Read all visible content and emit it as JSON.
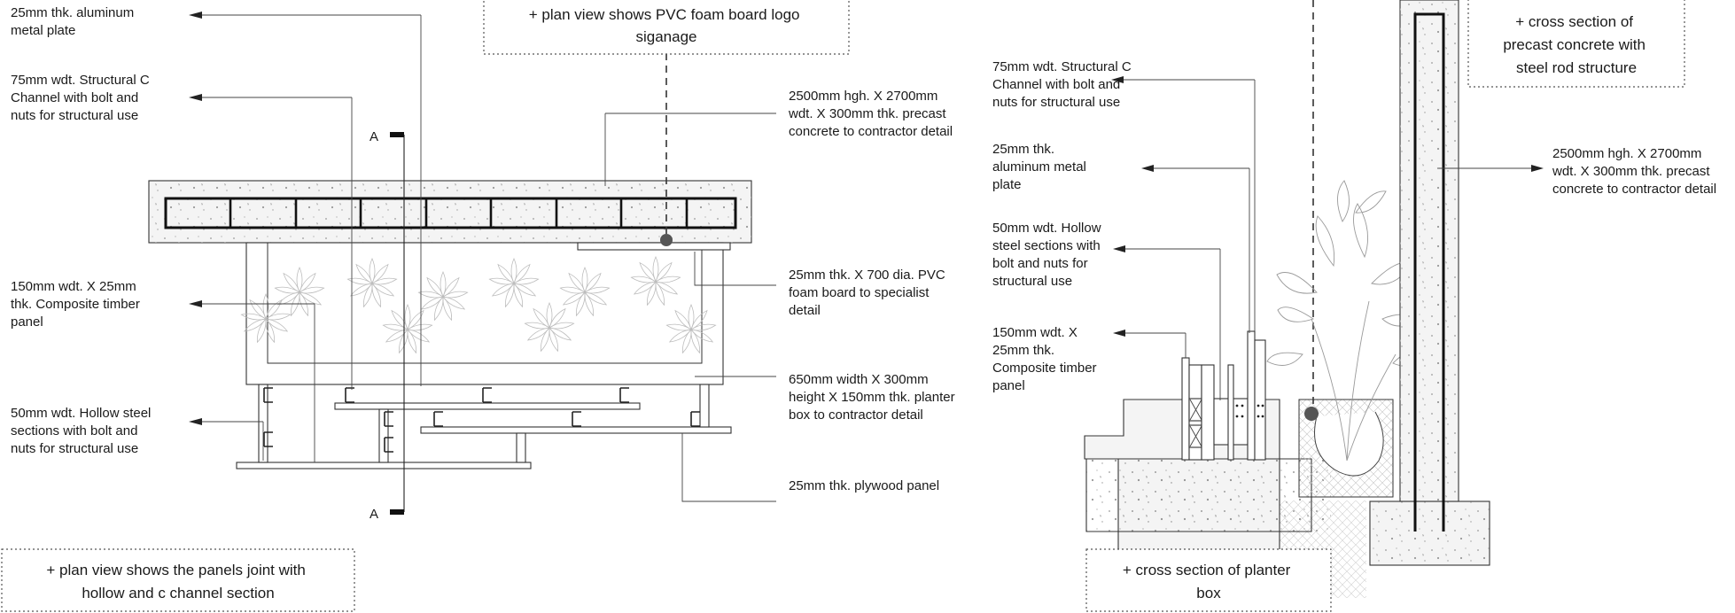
{
  "plan_labels": {
    "aluminum_plate": [
      "25mm thk. aluminum",
      "metal plate"
    ],
    "c_channel": [
      "75mm wdt. Structural C",
      "Channel with bolt and",
      "nuts for structural use"
    ],
    "timber_panel": [
      "150mm wdt. X 25mm",
      "thk. Composite timber",
      "panel"
    ],
    "hollow_steel": [
      "50mm wdt. Hollow steel",
      "sections with bolt and",
      "nuts for structural use"
    ],
    "precast": [
      "2500mm hgh. X 2700mm",
      "wdt. X 300mm thk. precast",
      "concrete to contractor detail"
    ],
    "pvc_board": [
      "25mm thk. X 700 dia. PVC",
      "foam board to specialist",
      "detail"
    ],
    "planter_box": [
      "650mm width X 300mm",
      "height X 150mm thk. planter",
      "box to contractor detail"
    ],
    "plywood": "25mm thk. plywood panel",
    "section_mark_top": "A",
    "section_mark_bottom": "A"
  },
  "plan_notes": {
    "pvc_logo": [
      "+ plan view shows PVC foam board logo",
      "siganage"
    ],
    "panels_joint": [
      "+ plan view shows the panels joint with",
      "hollow and c channel section"
    ]
  },
  "section_labels": {
    "c_channel": [
      "75mm wdt. Structural C",
      "Channel with bolt and",
      "nuts for structural use"
    ],
    "aluminum_plate": [
      "25mm thk.",
      "aluminum metal",
      "plate"
    ],
    "hollow_steel": [
      "50mm wdt. Hollow",
      "steel sections with",
      "bolt and nuts for",
      "structural use"
    ],
    "timber_panel": [
      "150mm wdt. X",
      "25mm thk.",
      "Composite timber",
      "panel"
    ],
    "precast": [
      "2500mm hgh. X 2700mm",
      "wdt. X 300mm thk. precast",
      "concrete to contractor detail"
    ]
  },
  "section_notes": {
    "precast_rod": [
      "+ cross section of",
      "precast concrete with",
      "steel rod structure"
    ],
    "planter": [
      "+ cross section of planter",
      "box"
    ]
  }
}
